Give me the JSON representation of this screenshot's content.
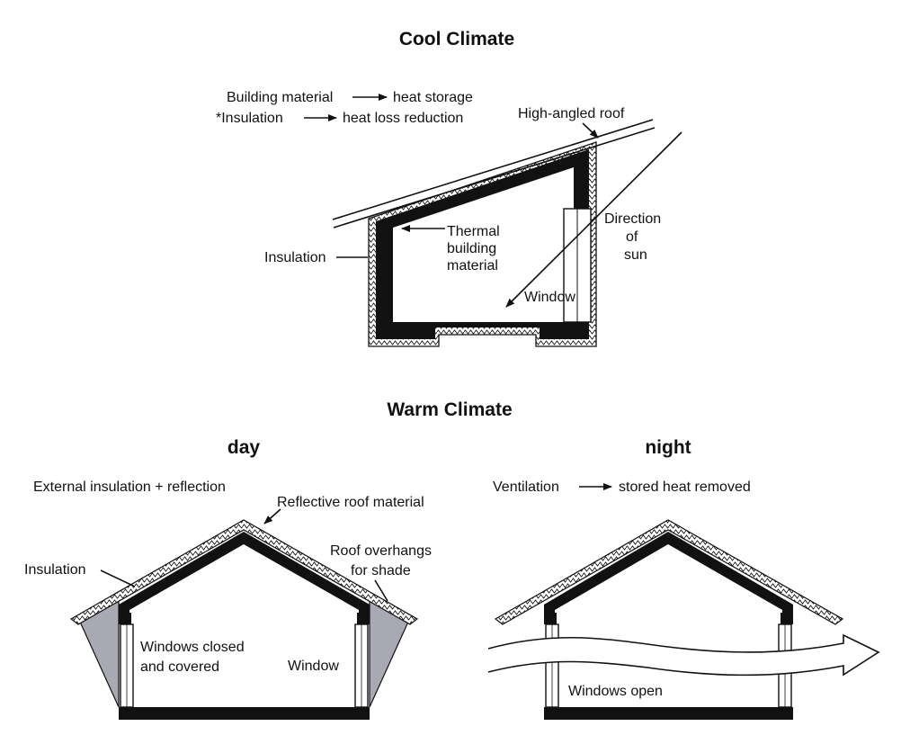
{
  "cool": {
    "title": "Cool Climate",
    "legend_line1_left": "Building material",
    "legend_line1_right": "heat storage",
    "legend_line2_left": "*Insulation",
    "legend_line2_right": "heat loss reduction",
    "roof_label": "High-angled roof",
    "thermal_label": [
      "Thermal",
      "building",
      "material"
    ],
    "insulation_label": "Insulation",
    "sun_label": [
      "Direction",
      "of",
      "sun"
    ],
    "window_label": "Window"
  },
  "warm": {
    "title": "Warm Climate",
    "day": {
      "title": "day",
      "caption": "External insulation + reflection",
      "roof_label": "Reflective roof material",
      "insulation_label": "Insulation",
      "overhang_label": [
        "Roof overhangs",
        "for shade"
      ],
      "windows_closed_label": [
        "Windows closed",
        "and covered"
      ],
      "window_label": "Window"
    },
    "night": {
      "title": "night",
      "caption_left": "Ventilation",
      "caption_right": "stored heat removed",
      "windows_label": "Windows open"
    }
  }
}
